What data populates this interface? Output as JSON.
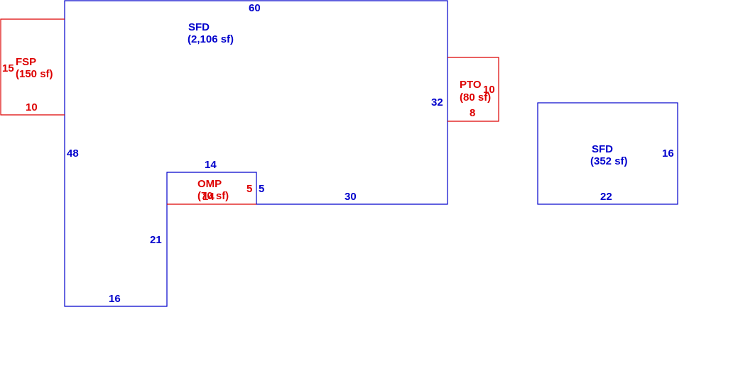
{
  "colors": {
    "blue": "#0000cc",
    "red": "#dd0000"
  },
  "areas": {
    "sfd_main": {
      "code": "SFD",
      "area": "(2,106 sf)"
    },
    "sfd_small": {
      "code": "SFD",
      "area": "(352 sf)"
    },
    "fsp": {
      "code": "FSP",
      "area": "(150 sf)"
    },
    "pto": {
      "code": "PTO",
      "area": "(80 sf)"
    },
    "omp": {
      "code": "OMP",
      "area": "(70 sf)"
    }
  },
  "dims": {
    "main_top": "60",
    "main_left": "48",
    "main_right": "32",
    "main_bottom_right": "30",
    "main_bottom_left": "16",
    "main_inner_vertical": "21",
    "main_notch_top": "14",
    "main_notch_right": "5",
    "fsp_left": "15",
    "fsp_bottom": "10",
    "pto_right": "10",
    "pto_bottom": "8",
    "omp_right": "5",
    "omp_bottom": "14",
    "small_right": "16",
    "small_bottom": "22"
  }
}
